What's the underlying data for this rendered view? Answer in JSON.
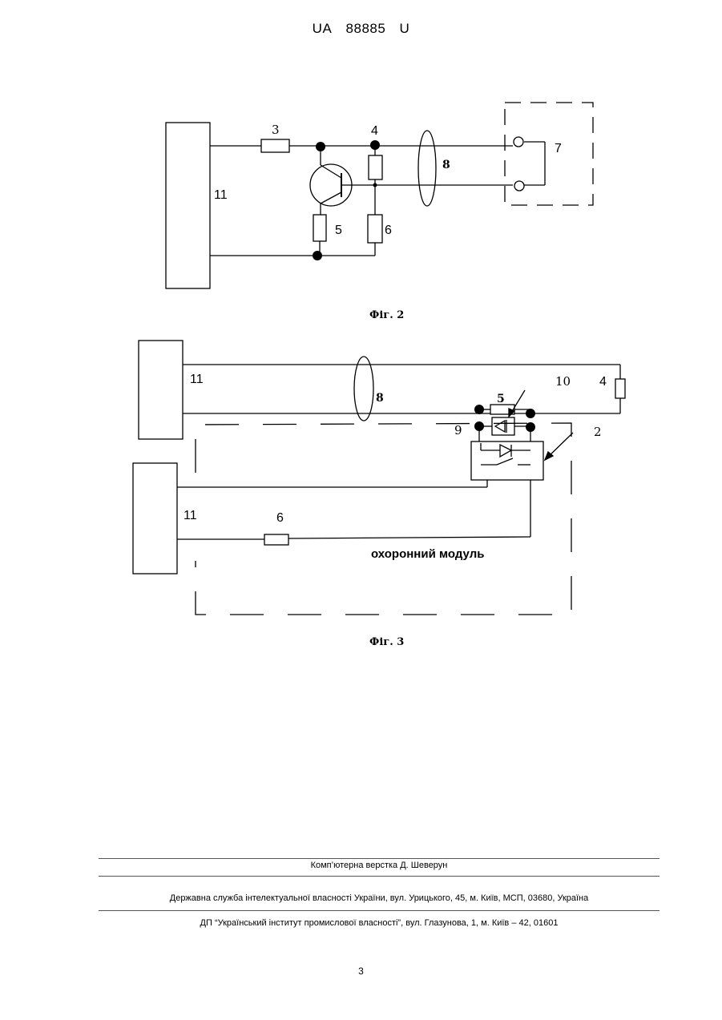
{
  "header": {
    "doc_prefix": "UA",
    "doc_number": "88885",
    "doc_suffix": "U"
  },
  "fig2": {
    "caption": "Фіг. 2",
    "labels": {
      "n3": "3",
      "n4": "4",
      "n5": "5",
      "n6": "6",
      "n7": "7",
      "n8": "8",
      "n11": "11"
    }
  },
  "fig3": {
    "caption": "Фіг. 3",
    "module_label": "охоронний модуль",
    "labels": {
      "n11a": "11",
      "n11b": "11",
      "n8": "8",
      "n4": "4",
      "n5": "5",
      "n10": "10",
      "n9": "9",
      "n2": "2",
      "n6": "6"
    }
  },
  "footer": {
    "line1": "Комп’ютерна верстка Д. Шеверун",
    "line2": "Державна служба інтелектуальної власності України, вул. Урицького, 45, м. Київ, МСП, 03680, Україна",
    "line3": "ДП “Український інститут промислової власності”, вул. Глазунова, 1, м. Київ – 42, 01601"
  },
  "page_number": "3"
}
